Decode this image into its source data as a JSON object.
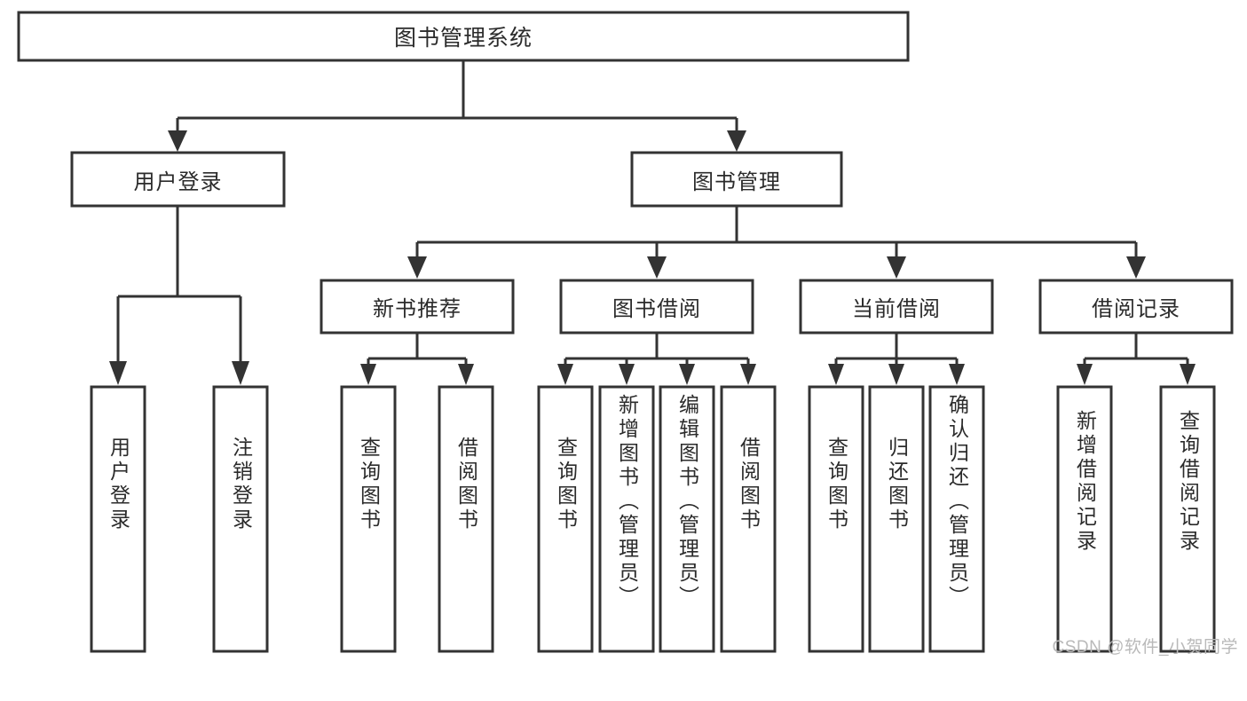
{
  "diagram": {
    "type": "tree-hierarchy",
    "title": "图书管理系统",
    "watermark": "CSDN @软件_小贺同学",
    "colors": {
      "background": "#ffffff",
      "box_fill": "#ffffff",
      "box_stroke": "#333333",
      "text": "#2b2b2b",
      "watermark": "#b9b9b9"
    },
    "root": {
      "label": "图书管理系统",
      "orientation": "horizontal"
    },
    "level2": [
      {
        "label": "用户登录",
        "orientation": "horizontal"
      },
      {
        "label": "图书管理",
        "orientation": "horizontal"
      }
    ],
    "level3": [
      {
        "label": "新书推荐",
        "orientation": "horizontal"
      },
      {
        "label": "图书借阅",
        "orientation": "horizontal"
      },
      {
        "label": "当前借阅",
        "orientation": "horizontal"
      },
      {
        "label": "借阅记录",
        "orientation": "horizontal"
      }
    ],
    "leaves": {
      "user_login": [
        {
          "label": "用户登录",
          "orientation": "vertical"
        },
        {
          "label": "注销登录",
          "orientation": "vertical"
        }
      ],
      "new_book_recommend": [
        {
          "label": "查询图书",
          "orientation": "vertical"
        },
        {
          "label": "借阅图书",
          "orientation": "vertical"
        }
      ],
      "book_borrow": [
        {
          "label": "查询图书",
          "orientation": "vertical"
        },
        {
          "label": "新增图书（管理员）",
          "orientation": "vertical"
        },
        {
          "label": "编辑图书（管理员）",
          "orientation": "vertical"
        },
        {
          "label": "借阅图书",
          "orientation": "vertical"
        }
      ],
      "current_borrow": [
        {
          "label": "查询图书",
          "orientation": "vertical"
        },
        {
          "label": "归还图书",
          "orientation": "vertical"
        },
        {
          "label": "确认归还（管理员）",
          "orientation": "vertical"
        }
      ],
      "borrow_record": [
        {
          "label": "新增借阅记录",
          "orientation": "vertical"
        },
        {
          "label": "查询借阅记录",
          "orientation": "vertical"
        }
      ]
    }
  }
}
